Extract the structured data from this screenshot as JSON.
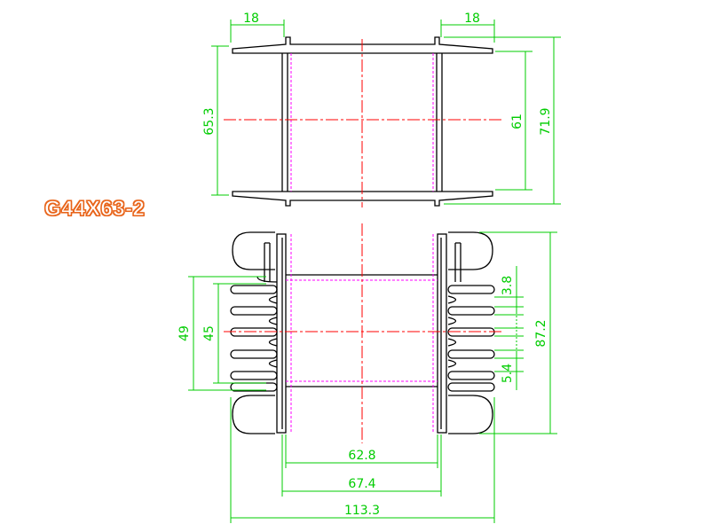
{
  "model_label": "G44X63-2",
  "colors": {
    "outline": "#000000",
    "dimension": "#00cc00",
    "centerline": "#ff0000",
    "hidden": "#ff00ff",
    "label": "#e8641a"
  },
  "top_view": {
    "dims": {
      "flange_left_width": "18",
      "flange_right_width": "18",
      "left_height": "65.3",
      "right_inner_height": "61",
      "right_outer_height": "71.9"
    }
  },
  "front_view": {
    "dims": {
      "left_outer": "49",
      "left_inner": "45",
      "pin_pitch": "3.8",
      "pin_span": "5.4",
      "total_height": "87.2",
      "inner_width": "62.8",
      "middle_width": "67.4",
      "total_width": "113.3"
    }
  }
}
